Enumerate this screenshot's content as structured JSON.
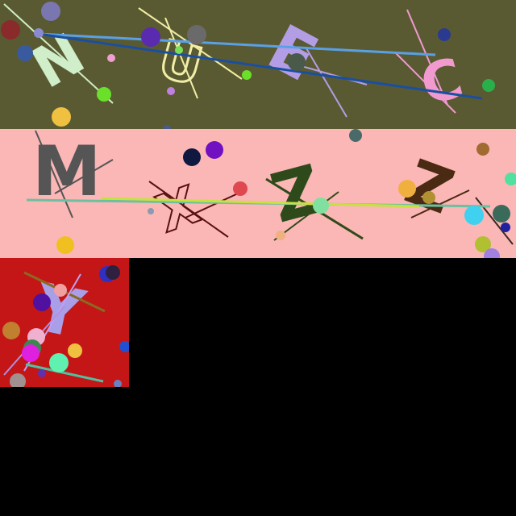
{
  "canvas": {
    "background": "#000000"
  },
  "strips": [
    {
      "id": "strip-1",
      "background": "#5a5a32",
      "glyphs": [
        {
          "char": "N",
          "color": "#cfeec9"
        },
        {
          "char": "U",
          "color": "#f1eda6"
        },
        {
          "char": "E",
          "color": "#b39ee6"
        },
        {
          "char": "C",
          "color": "#f09ad0"
        }
      ]
    },
    {
      "id": "strip-2",
      "background": "#fbb6b6",
      "glyphs": [
        {
          "char": "M",
          "color": "#555555"
        },
        {
          "char": "X",
          "color": "#5a1010"
        },
        {
          "char": "Z",
          "color": "#2f4a1a"
        },
        {
          "char": "Z",
          "color": "#4a2a12"
        }
      ]
    },
    {
      "id": "tile-3",
      "background": "#c41616",
      "glyphs": [
        {
          "char": "Y",
          "color": "#a99ee8"
        }
      ]
    }
  ]
}
